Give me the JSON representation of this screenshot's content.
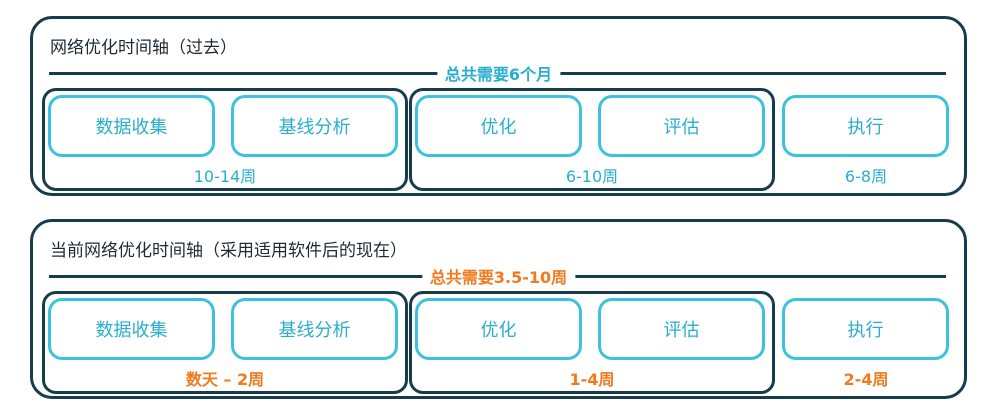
{
  "colors": {
    "dark": "#173d4d",
    "cyan": "#2aaed0",
    "orange": "#f07a1e"
  },
  "panels": [
    {
      "title": "网络优化时间轴（过去）",
      "total": "总共需要6个月",
      "steps": [
        "数据收集",
        "基线分析",
        "优化",
        "评估",
        "执行"
      ],
      "durations": [
        "10-14周",
        "6-10周",
        "6-8周"
      ]
    },
    {
      "title": "当前网络优化时间轴（采用适用软件后的现在）",
      "total": "总共需要3.5-10周",
      "steps": [
        "数据收集",
        "基线分析",
        "优化",
        "评估",
        "执行"
      ],
      "durations": [
        "数天 – 2周",
        "1-4周",
        "2-4周"
      ]
    }
  ]
}
